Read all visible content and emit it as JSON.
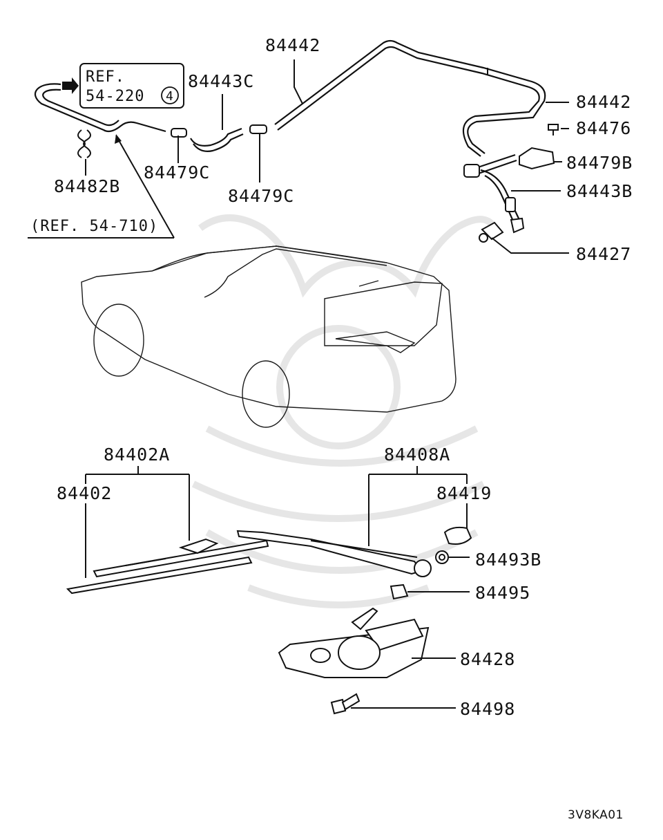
{
  "labels": {
    "p84442_top": "84442",
    "p84442_right": "84442",
    "p84443C": "84443C",
    "p84479C_left": "84479C",
    "p84479C_mid": "84479C",
    "p84482B": "84482B",
    "p84476": "84476",
    "p84479B": "84479B",
    "p84443B": "84443B",
    "p84427": "84427",
    "p84402A": "84402A",
    "p84402": "84402",
    "p84408A": "84408A",
    "p84419": "84419",
    "p84493B": "84493B",
    "p84495": "84495",
    "p84428": "84428",
    "p84498": "84498"
  },
  "refbox": {
    "line1": "REF.",
    "line2": "54-220",
    "circled": "4"
  },
  "ref_note": "(REF. 54-710)",
  "diagram_code": "3V8KA01"
}
